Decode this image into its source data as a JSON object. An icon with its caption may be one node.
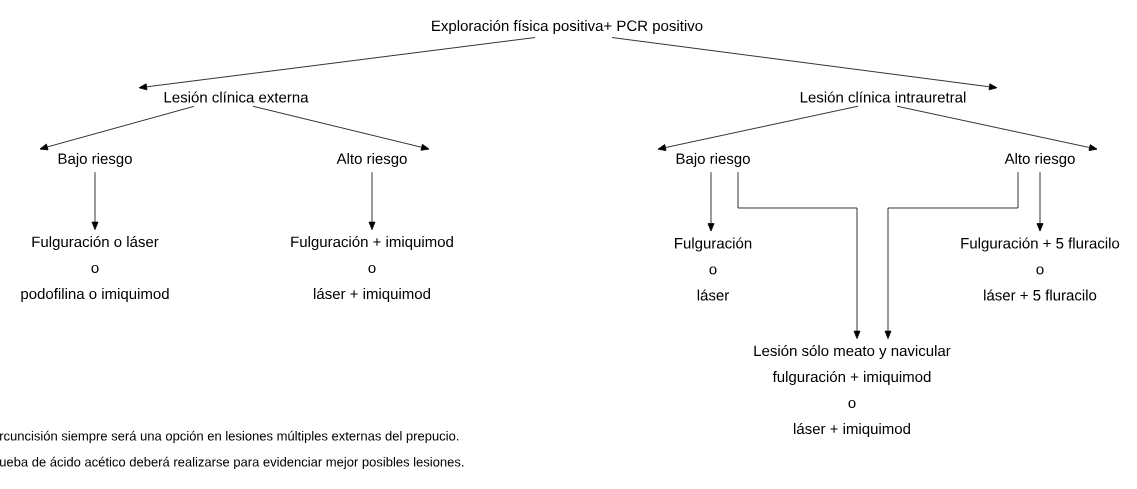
{
  "diagram": {
    "nodes": [
      {
        "text": [
          "Exploración física positiva+ PCR positivo"
        ]
      },
      {
        "text": [
          "Lesión clínica externa"
        ]
      },
      {
        "text": [
          "Lesión clínica intrauretral"
        ]
      },
      {
        "text": [
          "Bajo riesgo"
        ]
      },
      {
        "text": [
          "Alto riesgo"
        ]
      },
      {
        "text": [
          "Bajo riesgo"
        ]
      },
      {
        "text": [
          "Alto riesgo"
        ]
      },
      {
        "text": [
          "Fulguración o láser",
          "o",
          "podofilina o imiquimod"
        ]
      },
      {
        "text": [
          "Fulguración + imiquimod",
          "o",
          "láser + imiquimod"
        ]
      },
      {
        "text": [
          "Fulguración",
          "o",
          "láser"
        ]
      },
      {
        "text": [
          "Fulguración + 5 fluracilo",
          "o",
          "láser + 5 fluracilo"
        ]
      },
      {
        "text": [
          "Lesión sólo meato y navicular",
          "fulguración + imiquimod",
          "o",
          "láser + imiquimod"
        ]
      }
    ],
    "edges": [
      {
        "from": 0,
        "to": 1,
        "arrow": "to"
      },
      {
        "from": 0,
        "to": 2,
        "arrow": "to"
      },
      {
        "from": 1,
        "to": 3,
        "arrow": "to"
      },
      {
        "from": 1,
        "to": 4,
        "arrow": "to"
      },
      {
        "from": 2,
        "to": 5,
        "arrow": "to"
      },
      {
        "from": 2,
        "to": 6,
        "arrow": "to"
      },
      {
        "from": 3,
        "to": 7,
        "arrow": "to"
      },
      {
        "from": 4,
        "to": 8,
        "arrow": "to"
      },
      {
        "from": 5,
        "to": 9,
        "arrow": "to"
      },
      {
        "from": 6,
        "to": 10,
        "arrow": "to"
      },
      {
        "from": 5,
        "to": 11,
        "arrow": "to"
      },
      {
        "from": 6,
        "to": 11,
        "arrow": "to"
      }
    ],
    "labels": [
      "rcuncisión siempre será una opción en lesiones múltiples externas del prepucio.",
      "ueba de ácido acético deberá realizarse para evidenciar mejor posibles lesiones."
    ]
  }
}
